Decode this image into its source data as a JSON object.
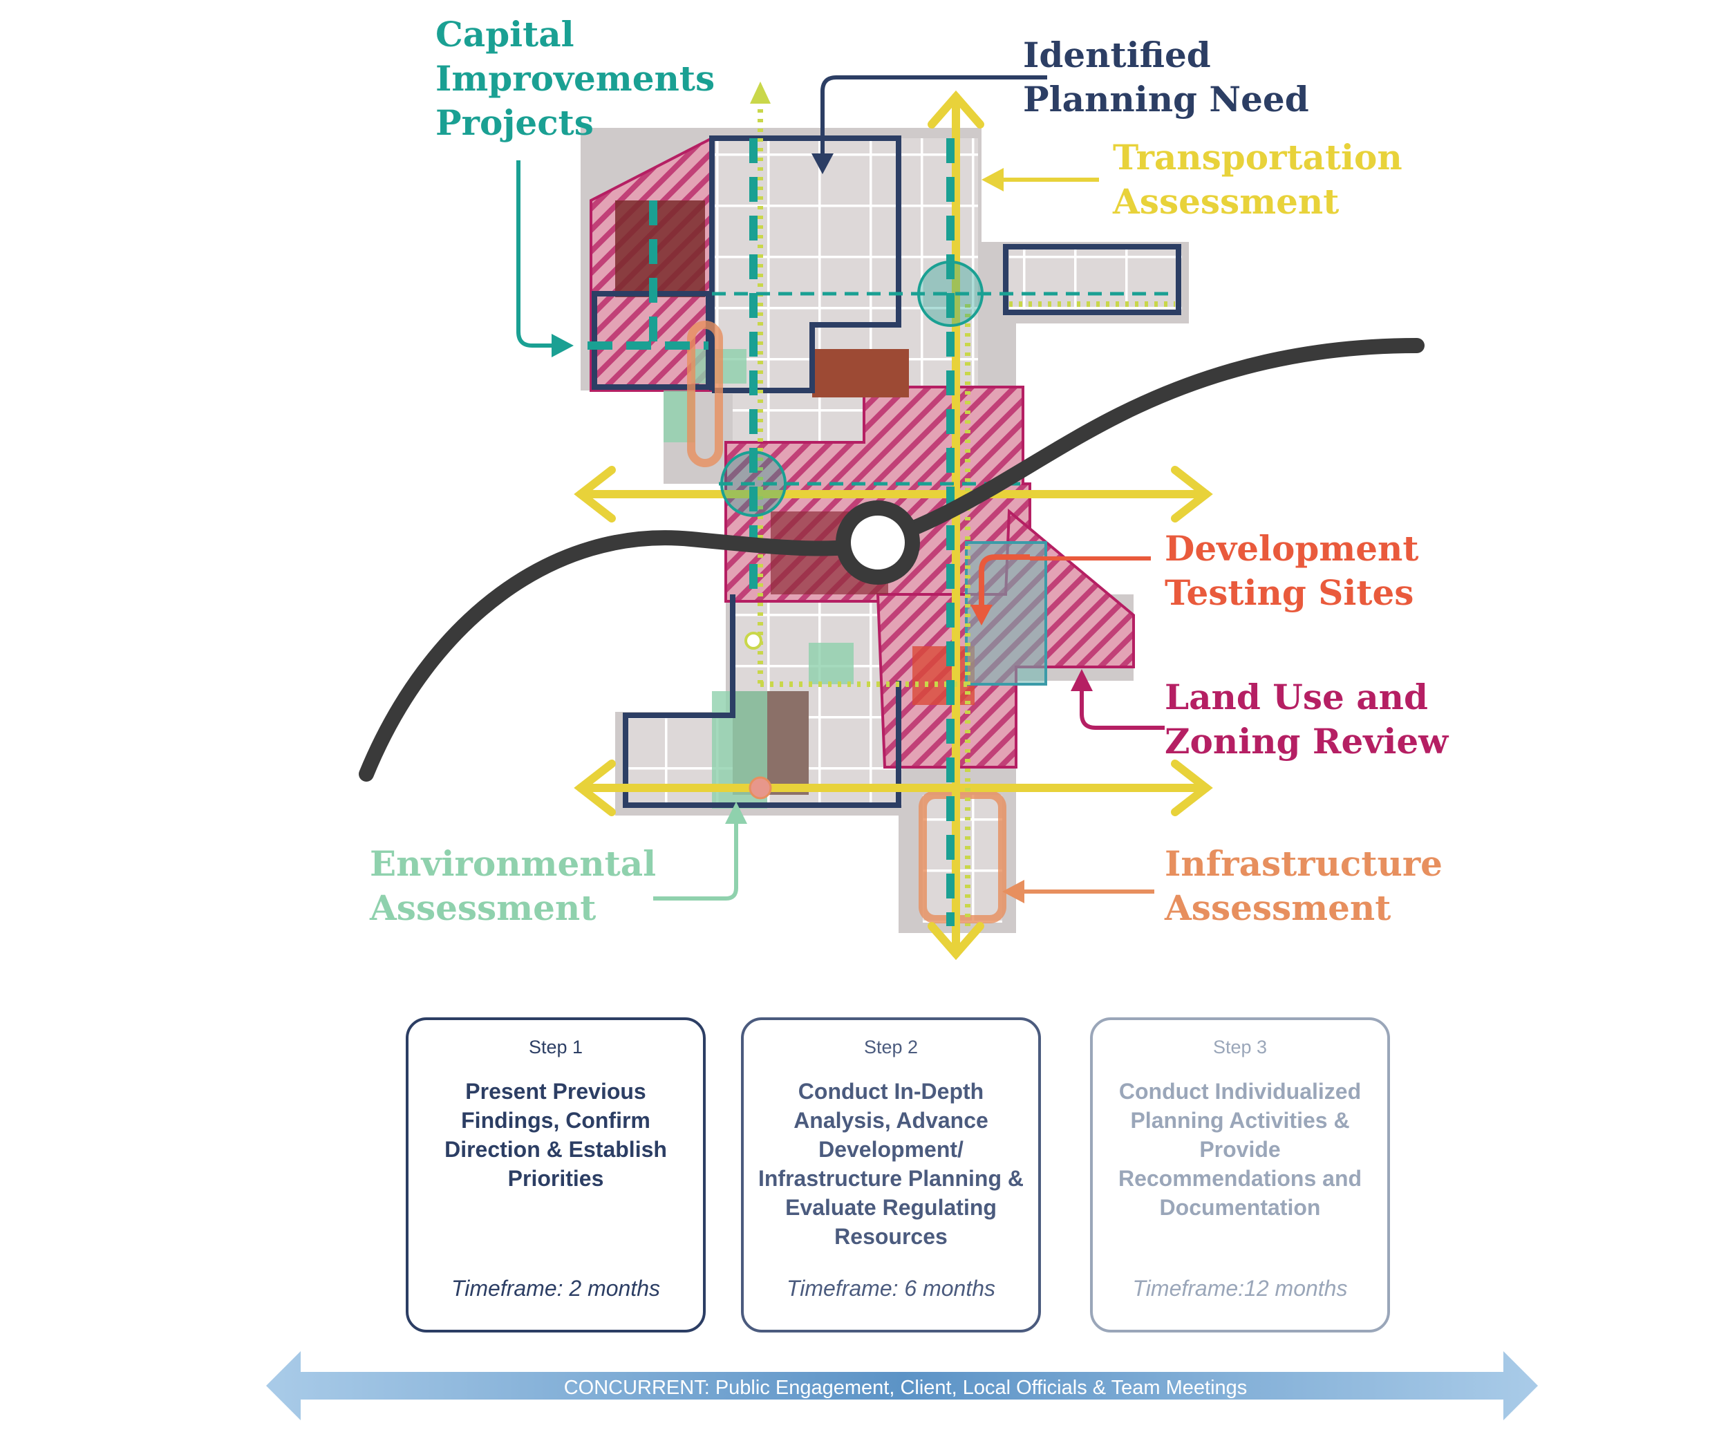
{
  "labels": {
    "capital": {
      "lines": [
        "Capital",
        "Improvements",
        "Projects"
      ],
      "color": "#1aa093"
    },
    "planning_need": {
      "lines": [
        "Identified",
        "Planning Need"
      ],
      "color": "#2c3e64"
    },
    "transportation": {
      "lines": [
        "Transportation",
        "Assessment"
      ],
      "color": "#e8d23a"
    },
    "development": {
      "lines": [
        "Development",
        "Testing Sites"
      ],
      "color": "#e95a3c"
    },
    "landuse": {
      "lines": [
        "Land Use and",
        "Zoning Review"
      ],
      "color": "#b51f63"
    },
    "environmental": {
      "lines": [
        "Environmental",
        "Assessment"
      ],
      "color": "#8fd1ad"
    },
    "infrastructure": {
      "lines": [
        "Infrastructure",
        "Assessment"
      ],
      "color": "#e78f5e"
    }
  },
  "steps": [
    {
      "step": "Step 1",
      "title": "Present Previous Findings, Confirm Direction & Establish Priorities",
      "timeframe": "Timeframe: 2 months",
      "color": "#2c3e64"
    },
    {
      "step": "Step 2",
      "title": "Conduct In-Depth Analysis, Advance Development/ Infrastructure Planning & Evaluate Regulating Resources",
      "timeframe": "Timeframe: 6 months",
      "color": "#4b5b7e"
    },
    {
      "step": "Step 3",
      "title": "Conduct Individualized Planning Activities & Provide Recommendations and Documentation",
      "timeframe": "Timeframe:12 months",
      "color": "#9aa6b9"
    }
  ],
  "concurrent": {
    "text": "CONCURRENT: Public Engagement, Client, Local Officials & Team Meetings"
  },
  "colors": {
    "navy": "#2c3e64",
    "teal": "#1aa093",
    "yellow": "#e8d23a",
    "lime": "#c9d74a",
    "magenta": "#b51f63",
    "maroon": "#7a2b2b",
    "rust": "#9d4a34",
    "green": "#8fd1ad",
    "orange": "#e78f5e",
    "red": "#e95a3c",
    "blue_arrow": "#6fa7d6",
    "road": "#3a3a3a"
  }
}
